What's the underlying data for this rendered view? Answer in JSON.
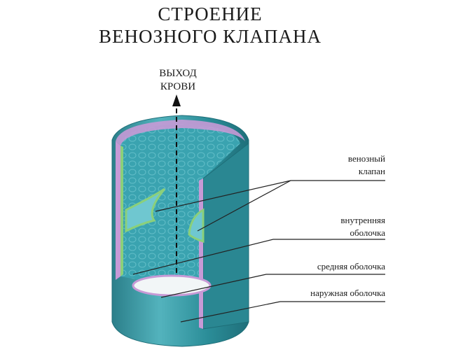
{
  "title": {
    "line1": "СТРОЕНИЕ",
    "line2": "ВЕНОЗНОГО КЛАПАНА"
  },
  "flow": {
    "line1": "ВЫХОД",
    "line2": "КРОВИ"
  },
  "labels": {
    "valve_line1": "венозный",
    "valve_line2": "клапан",
    "inner_line1": "внутренняя",
    "inner_line2": "оболочка",
    "middle": "средняя оболочка",
    "outer": "наружная оболочка"
  },
  "colors": {
    "outer_wall": "#2f8f9a",
    "inner_lumen": "#3aa3b0",
    "middle_layer": "#c79ad6",
    "inner_layer": "#8bd07a",
    "leader": "#222222"
  }
}
